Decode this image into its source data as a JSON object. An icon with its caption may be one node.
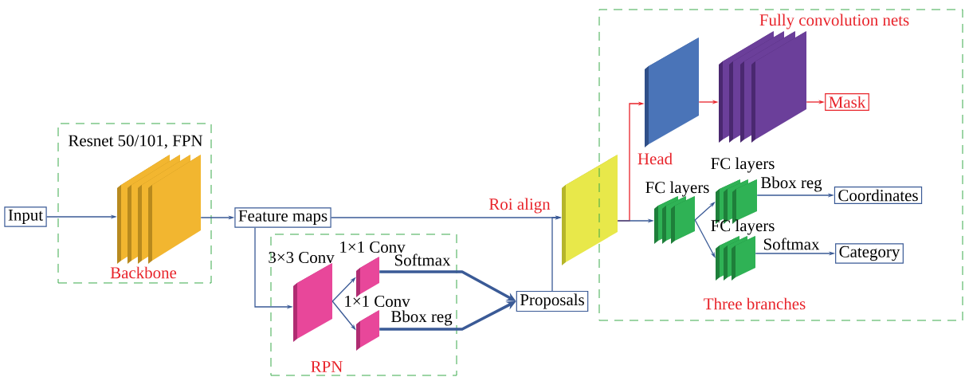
{
  "diagram": {
    "nodes": [
      {
        "text": [
          "Resnet 50/101, FPN",
          "Backbone"
        ]
      },
      {
        "text": [
          "Input"
        ]
      },
      {
        "text": [],
        "shape": "box",
        "in": 0
      },
      {
        "text": [
          "Feature maps"
        ]
      },
      {
        "text": [
          "RPN"
        ]
      },
      {
        "text": [],
        "shape": "box",
        "in": 4,
        "beside": [
          "3×3 Conv"
        ]
      },
      {
        "text": [],
        "shape": "box",
        "in": 4,
        "beside": [
          "1×1 Conv"
        ]
      },
      {
        "text": [],
        "shape": "box",
        "in": 4,
        "beside": [
          "1×1 Conv"
        ]
      },
      {
        "text": [
          "Proposals"
        ]
      },
      {
        "text": [],
        "shape": "box",
        "beside": [
          "Roi align"
        ]
      },
      {
        "text": [
          "Fully convolution nets",
          "Three branches"
        ]
      },
      {
        "text": [],
        "shape": "box",
        "in": 10,
        "beside": [
          "Head"
        ]
      },
      {
        "text": [],
        "shape": "box",
        "in": 10
      },
      {
        "text": [
          "Mask"
        ],
        "in": 10
      },
      {
        "text": [],
        "shape": "box",
        "in": 10,
        "beside": [
          "FC layers"
        ]
      },
      {
        "text": [],
        "shape": "box",
        "in": 10,
        "beside": [
          "FC layers"
        ]
      },
      {
        "text": [
          "Coordinates"
        ],
        "in": 10
      },
      {
        "text": [],
        "shape": "box",
        "in": 10,
        "beside": [
          "FC layers"
        ]
      },
      {
        "text": [
          "Category"
        ],
        "in": 10
      }
    ],
    "edges": [
      {
        "from": 1,
        "to": 2,
        "arrow": "to"
      },
      {
        "from": 2,
        "to": 3,
        "arrow": "to"
      },
      {
        "from": 3,
        "to": 9,
        "arrow": "to"
      },
      {
        "from": 3,
        "to": 5,
        "arrow": "to"
      },
      {
        "from": 5,
        "to": 6,
        "arrow": "to"
      },
      {
        "from": 5,
        "to": 7,
        "arrow": "to"
      },
      {
        "from": 6,
        "to": 8,
        "arrow": "to",
        "label": "Softmax",
        "style": "thick"
      },
      {
        "from": 7,
        "to": 8,
        "arrow": "to",
        "label": "Bbox reg",
        "style": "thick"
      },
      {
        "from": 8,
        "to": 9,
        "arrow": "to"
      },
      {
        "from": 9,
        "to": 11,
        "arrow": "to",
        "color": "#e8232a"
      },
      {
        "from": 9,
        "to": 14,
        "arrow": "to"
      },
      {
        "from": 11,
        "to": 12,
        "arrow": "to",
        "color": "#e8232a"
      },
      {
        "from": 12,
        "to": 13,
        "arrow": "to",
        "color": "#e8232a"
      },
      {
        "from": 14,
        "to": 15,
        "arrow": "to"
      },
      {
        "from": 14,
        "to": 17,
        "arrow": "to"
      },
      {
        "from": 15,
        "to": 16,
        "arrow": "to",
        "label": "Bbox reg"
      },
      {
        "from": 17,
        "to": 18,
        "arrow": "to",
        "label": "Softmax"
      }
    ]
  }
}
